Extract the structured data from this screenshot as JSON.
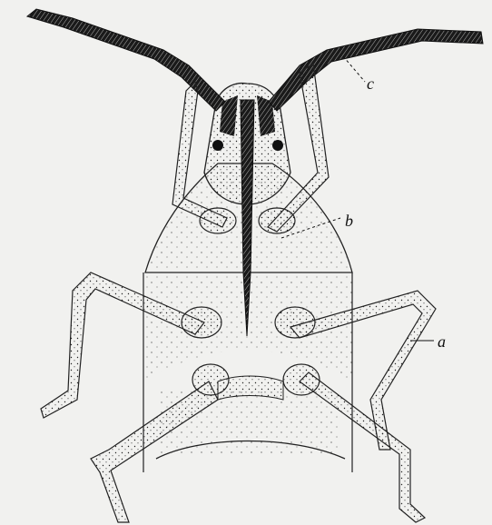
{
  "figure": {
    "labels": {
      "a": "a",
      "b": "b",
      "c": "c"
    },
    "colors": {
      "paper": "#f1f1ef",
      "ink": "#111111",
      "stipple": "#222222"
    }
  }
}
